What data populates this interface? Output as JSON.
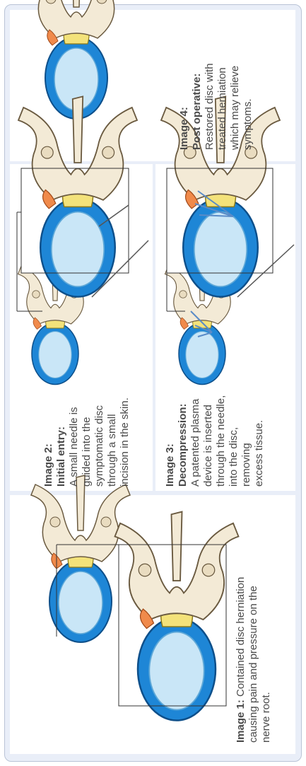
{
  "panels": {
    "p1": {
      "heading": "Image 1:",
      "text": "Contained disc herniation",
      "lines": [
        "causing pain and pressure on the",
        "nerve root."
      ]
    },
    "p2": {
      "heading": "Image 2:",
      "title": "Initial entry:",
      "lines": [
        "A small needle is",
        "guided into the",
        "symptomatic disc",
        "through a small",
        "incision in the skin."
      ]
    },
    "p3": {
      "heading": "Image 3:",
      "title": "Decompression:",
      "lines": [
        "A patented plasma",
        "device is inserted",
        "through the needle,",
        "into the disc,",
        "removing",
        "excess tissue."
      ]
    },
    "p4": {
      "heading": "Image 4:",
      "title": "Post operative:",
      "lines": [
        "Restored disc with",
        "treated herniation",
        "which may relieve",
        "symptoms."
      ]
    }
  },
  "colors": {
    "disc_blue": "#1e86d6",
    "disc_inner": "#c9e6f7",
    "bone": "#f3ead6",
    "nerve_yellow": "#f3e27a",
    "herniation_orange": "#f08a4b",
    "border": "#b9c3d6",
    "panel": "#ffffff",
    "card": "#e9eef8"
  }
}
